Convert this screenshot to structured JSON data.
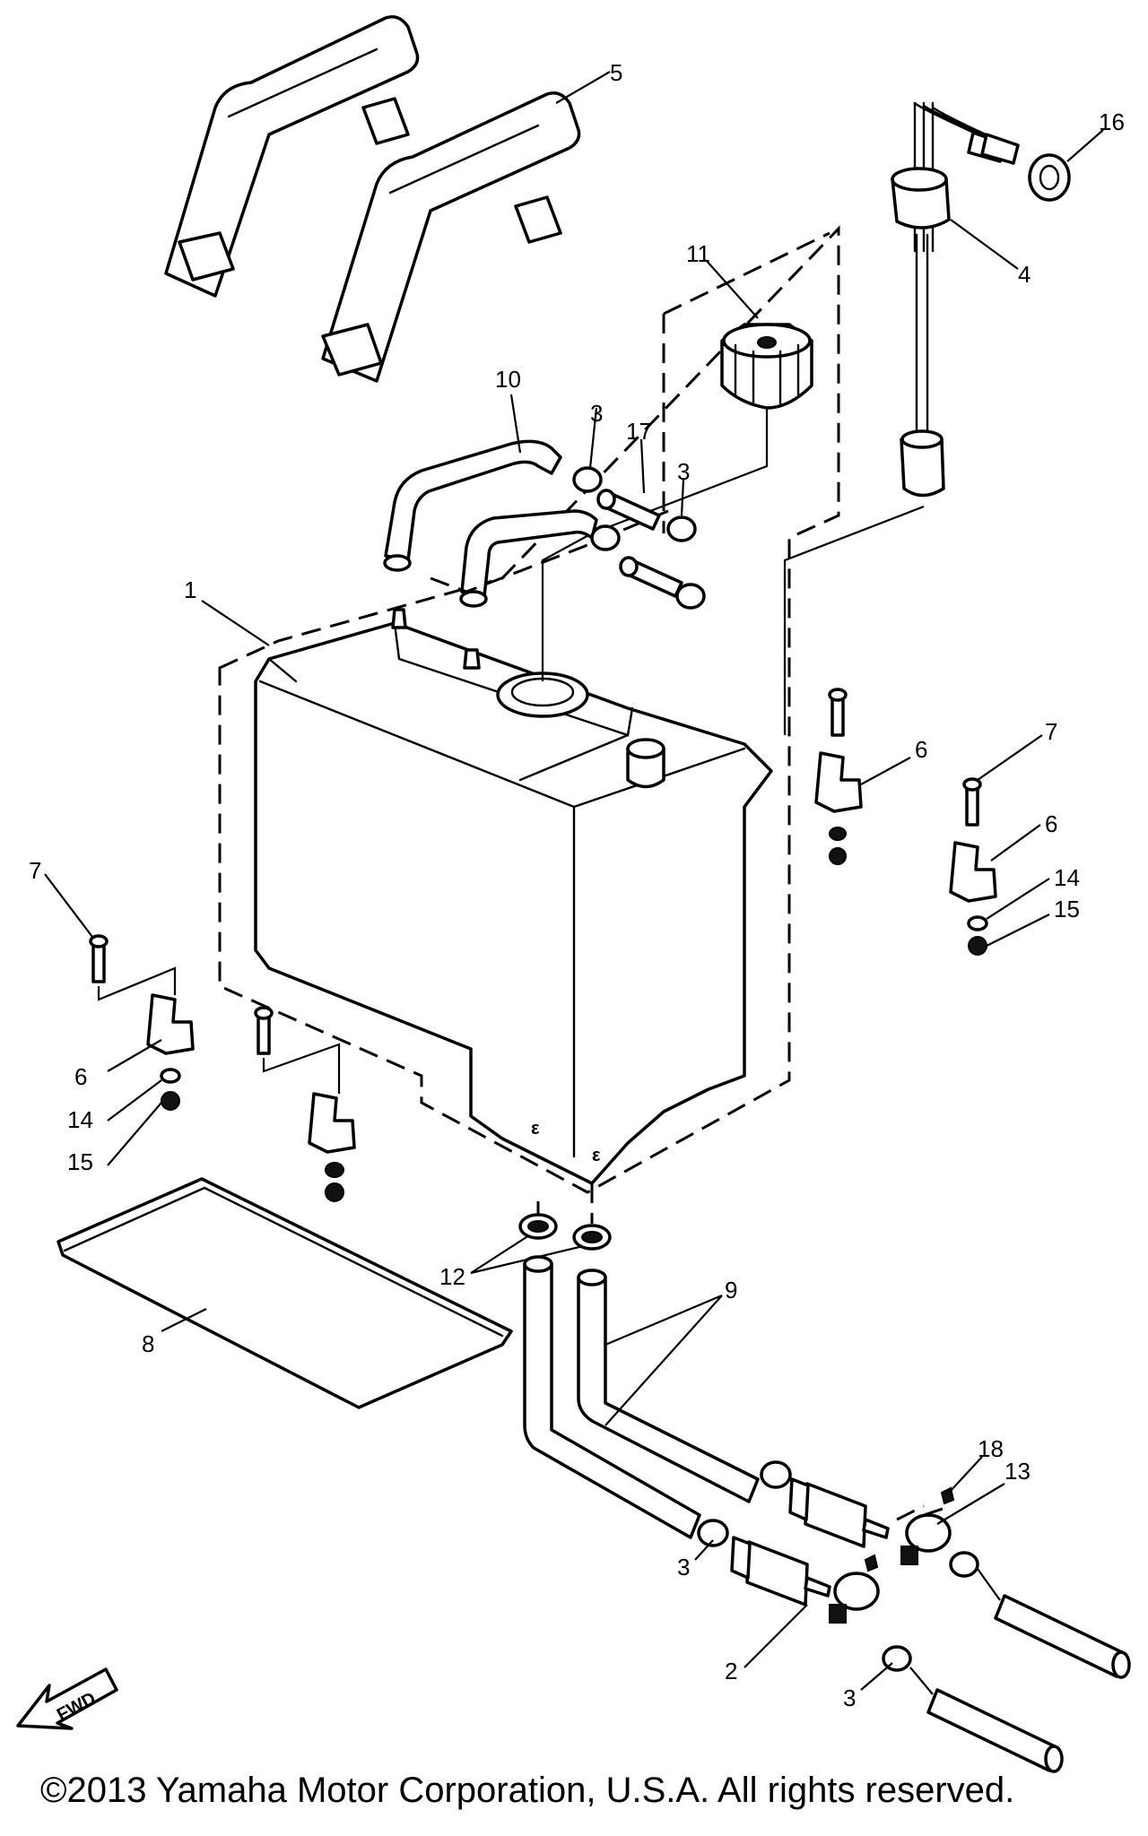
{
  "callouts": {
    "c1": "1",
    "c2": "2",
    "c3a": "3",
    "c3b": "3",
    "c3c": "3",
    "c3d": "3",
    "c4": "4",
    "c5": "5",
    "c6a": "6",
    "c6b": "6",
    "c6c": "6",
    "c7a": "7",
    "c7b": "7",
    "c8": "8",
    "c9": "9",
    "c10": "10",
    "c11": "11",
    "c12": "12",
    "c13": "13",
    "c14a": "14",
    "c14b": "14",
    "c15a": "15",
    "c15b": "15",
    "c16": "16",
    "c17": "17",
    "c18": "18"
  },
  "fwd_label": "FWD",
  "copyright": "©2013 Yamaha Motor Corporation, U.S.A. All rights reserved."
}
